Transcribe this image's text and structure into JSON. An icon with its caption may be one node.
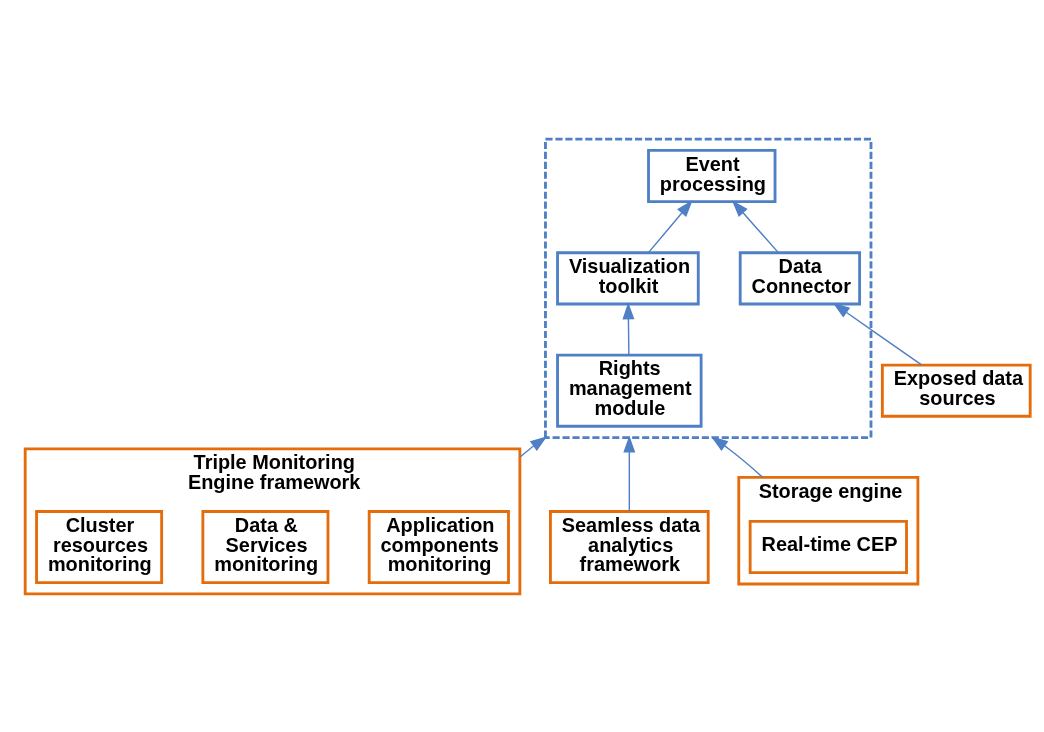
{
  "diagram": {
    "nodes": [
      {
        "text": [],
        "shape": "box"
      },
      {
        "text": [
          "Visualization toolkit"
        ],
        "in": 0
      },
      {
        "text": [
          "Event processing"
        ],
        "in": 0
      },
      {
        "text": [
          "Rights management module"
        ],
        "in": 0
      },
      {
        "text": [
          "Data Connector"
        ],
        "in": 0
      },
      {
        "text": [
          "Exposed data sources"
        ]
      },
      {
        "text": [
          "Triple Monitoring Engine framework"
        ]
      },
      {
        "text": [
          "Application components monitoring"
        ],
        "in": 6
      },
      {
        "text": [
          "Data & Services monitoring"
        ],
        "in": 6
      },
      {
        "text": [
          "Cluster resources monitoring"
        ],
        "in": 6
      },
      {
        "text": [
          "Seamless data analytics framework"
        ]
      },
      {
        "text": [
          "Storage engine"
        ]
      },
      {
        "text": [
          "Real-time CEP"
        ],
        "in": 11
      }
    ],
    "edges": [
      {
        "from": 1,
        "to": 2,
        "arrow": "to"
      },
      {
        "from": 3,
        "to": 1,
        "arrow": "to"
      },
      {
        "from": 4,
        "to": 2,
        "arrow": "to"
      },
      {
        "from": 5,
        "to": 4,
        "arrow": "to"
      },
      {
        "from": 6,
        "to": 0,
        "arrow": "to"
      },
      {
        "from": 10,
        "to": 0,
        "arrow": "to"
      },
      {
        "from": 11,
        "to": 0,
        "arrow": "to"
      }
    ]
  }
}
